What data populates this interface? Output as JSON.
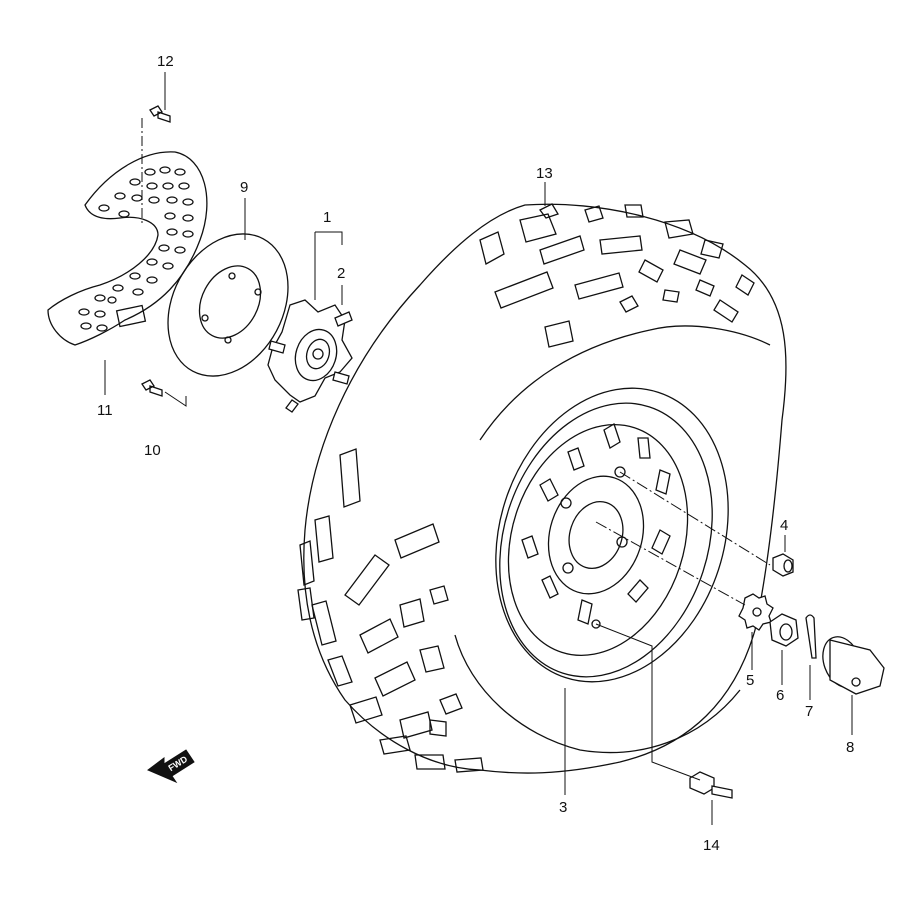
{
  "colors": {
    "line": "#111111",
    "background": "#ffffff"
  },
  "callouts": {
    "c1": "1",
    "c2": "2",
    "c3": "3",
    "c4": "4",
    "c5": "5",
    "c6": "6",
    "c7": "7",
    "c8": "8",
    "c9": "9",
    "c10": "10",
    "c11": "11",
    "c12": "12",
    "c13": "13",
    "c14": "14"
  },
  "fwd_label": "FWD"
}
